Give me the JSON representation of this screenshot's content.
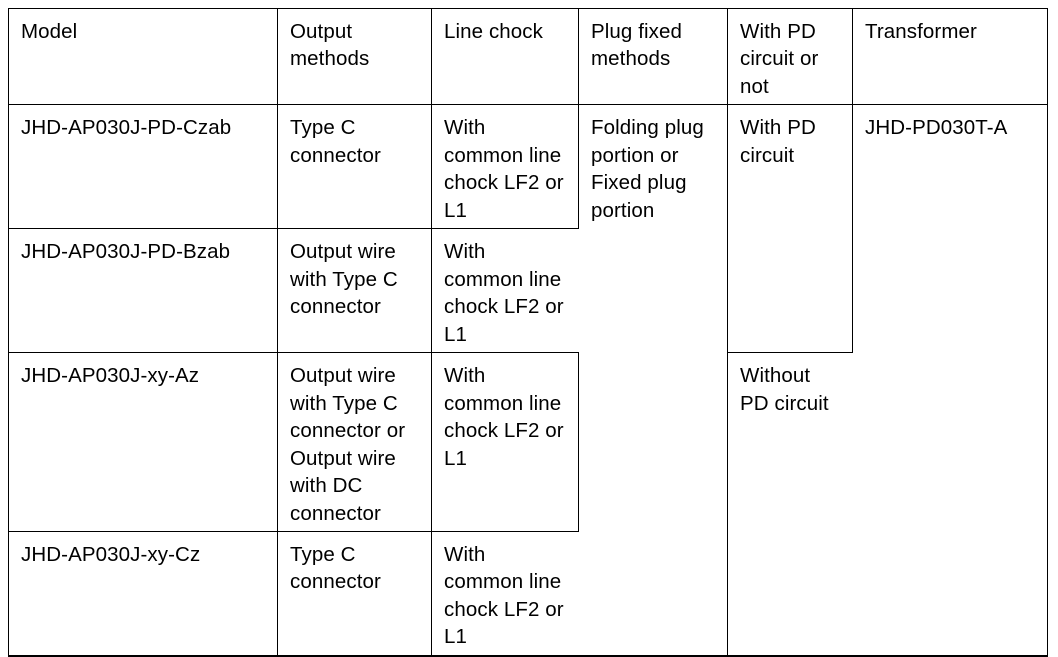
{
  "table": {
    "columns": [
      {
        "key": "model",
        "label": "Model"
      },
      {
        "key": "output",
        "label": "Output methods"
      },
      {
        "key": "chock",
        "label": "Line chock"
      },
      {
        "key": "plug",
        "label": "Plug fixed methods"
      },
      {
        "key": "pd",
        "label": "With PD circuit or not"
      },
      {
        "key": "transformer",
        "label": "Transformer"
      }
    ],
    "rows": [
      {
        "model": "JHD-AP030J-PD-Czab",
        "output": "Type C connector",
        "chock": "With common line chock LF2 or L1"
      },
      {
        "model": "JHD-AP030J-PD-Bzab",
        "output": "Output wire with Type C connector",
        "chock": "With common line chock LF2 or L1"
      },
      {
        "model": "JHD-AP030J-xy-Az",
        "output": "Output wire with Type C connector or Output wire with DC connector",
        "chock": "With common line chock LF2 or L1"
      },
      {
        "model": "JHD-AP030J-xy-Cz",
        "output": "Type C connector",
        "chock": "With common line chock LF2 or L1"
      }
    ],
    "merged": {
      "plug_fixed_methods": "Folding plug portion or Fixed plug portion",
      "pd_circuit_rows_1_2": "With PD circuit",
      "pd_circuit_rows_3_4": "Without PD circuit",
      "transformer": "JHD-PD030T-A"
    }
  },
  "colors": {
    "border": "#000000",
    "text": "#000000",
    "background": "#ffffff"
  }
}
